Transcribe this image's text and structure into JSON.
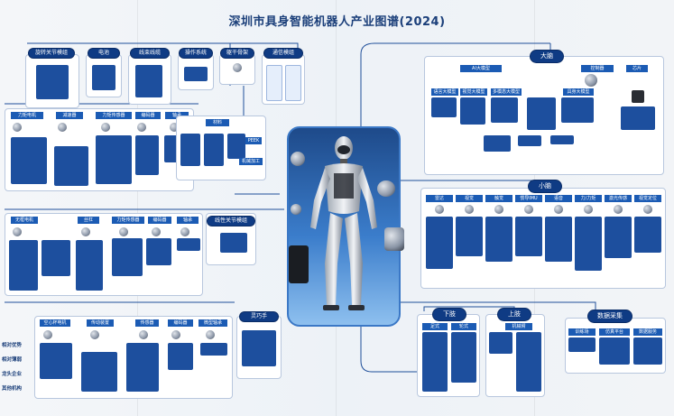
{
  "title": "深圳市具身智能机器人产业图谱(2024)",
  "upstream_headers": [
    "旋转关节模组",
    "电池",
    "线束线缆",
    "操作系统",
    "躯干骨架",
    "通信模组"
  ],
  "mid_components": [
    "力矩电机",
    "减速器",
    "力矩传感器",
    "编码器",
    "轴承"
  ],
  "linear_components": [
    "无框电机",
    "丝杠",
    "力矩传感器",
    "编码器",
    "轴承"
  ],
  "linear_module": "线性关节模组",
  "hand_header": "灵巧手",
  "hand_components": [
    "空心杯电机",
    "传动装置",
    "传感器",
    "编码器",
    "微型轴承"
  ],
  "brain": {
    "header": "大脑",
    "groups": [
      "AI大模型",
      "控制器",
      "芯片"
    ],
    "subgroups": [
      "语言大模型",
      "视觉大模型",
      "多模态大模型",
      "具身大模型"
    ]
  },
  "cerebellum": {
    "header": "小脑",
    "items": [
      "雷达",
      "视觉",
      "触觉",
      "惯导IMU",
      "语音",
      "力/力矩",
      "激光传感",
      "视觉定位"
    ]
  },
  "lower_limb": {
    "header": "下肢",
    "items": [
      "足式",
      "轮式"
    ]
  },
  "upper_limb": {
    "header": "上肢",
    "items": [
      "机械臂"
    ]
  },
  "data_collection": {
    "header": "数据采集",
    "items": [
      "训练场",
      "仿真平台",
      "数据服务"
    ]
  },
  "other_nodes": [
    "材料",
    "机械加工",
    "PEEK"
  ],
  "left_legend": [
    "相对优势",
    "相对薄弱",
    "龙头企业",
    "其他机构"
  ],
  "colors": {
    "navy": "#0f3b84",
    "mid": "#1d4f9e",
    "title": "#1b3f7a",
    "panel_border": "#b8c7de"
  }
}
